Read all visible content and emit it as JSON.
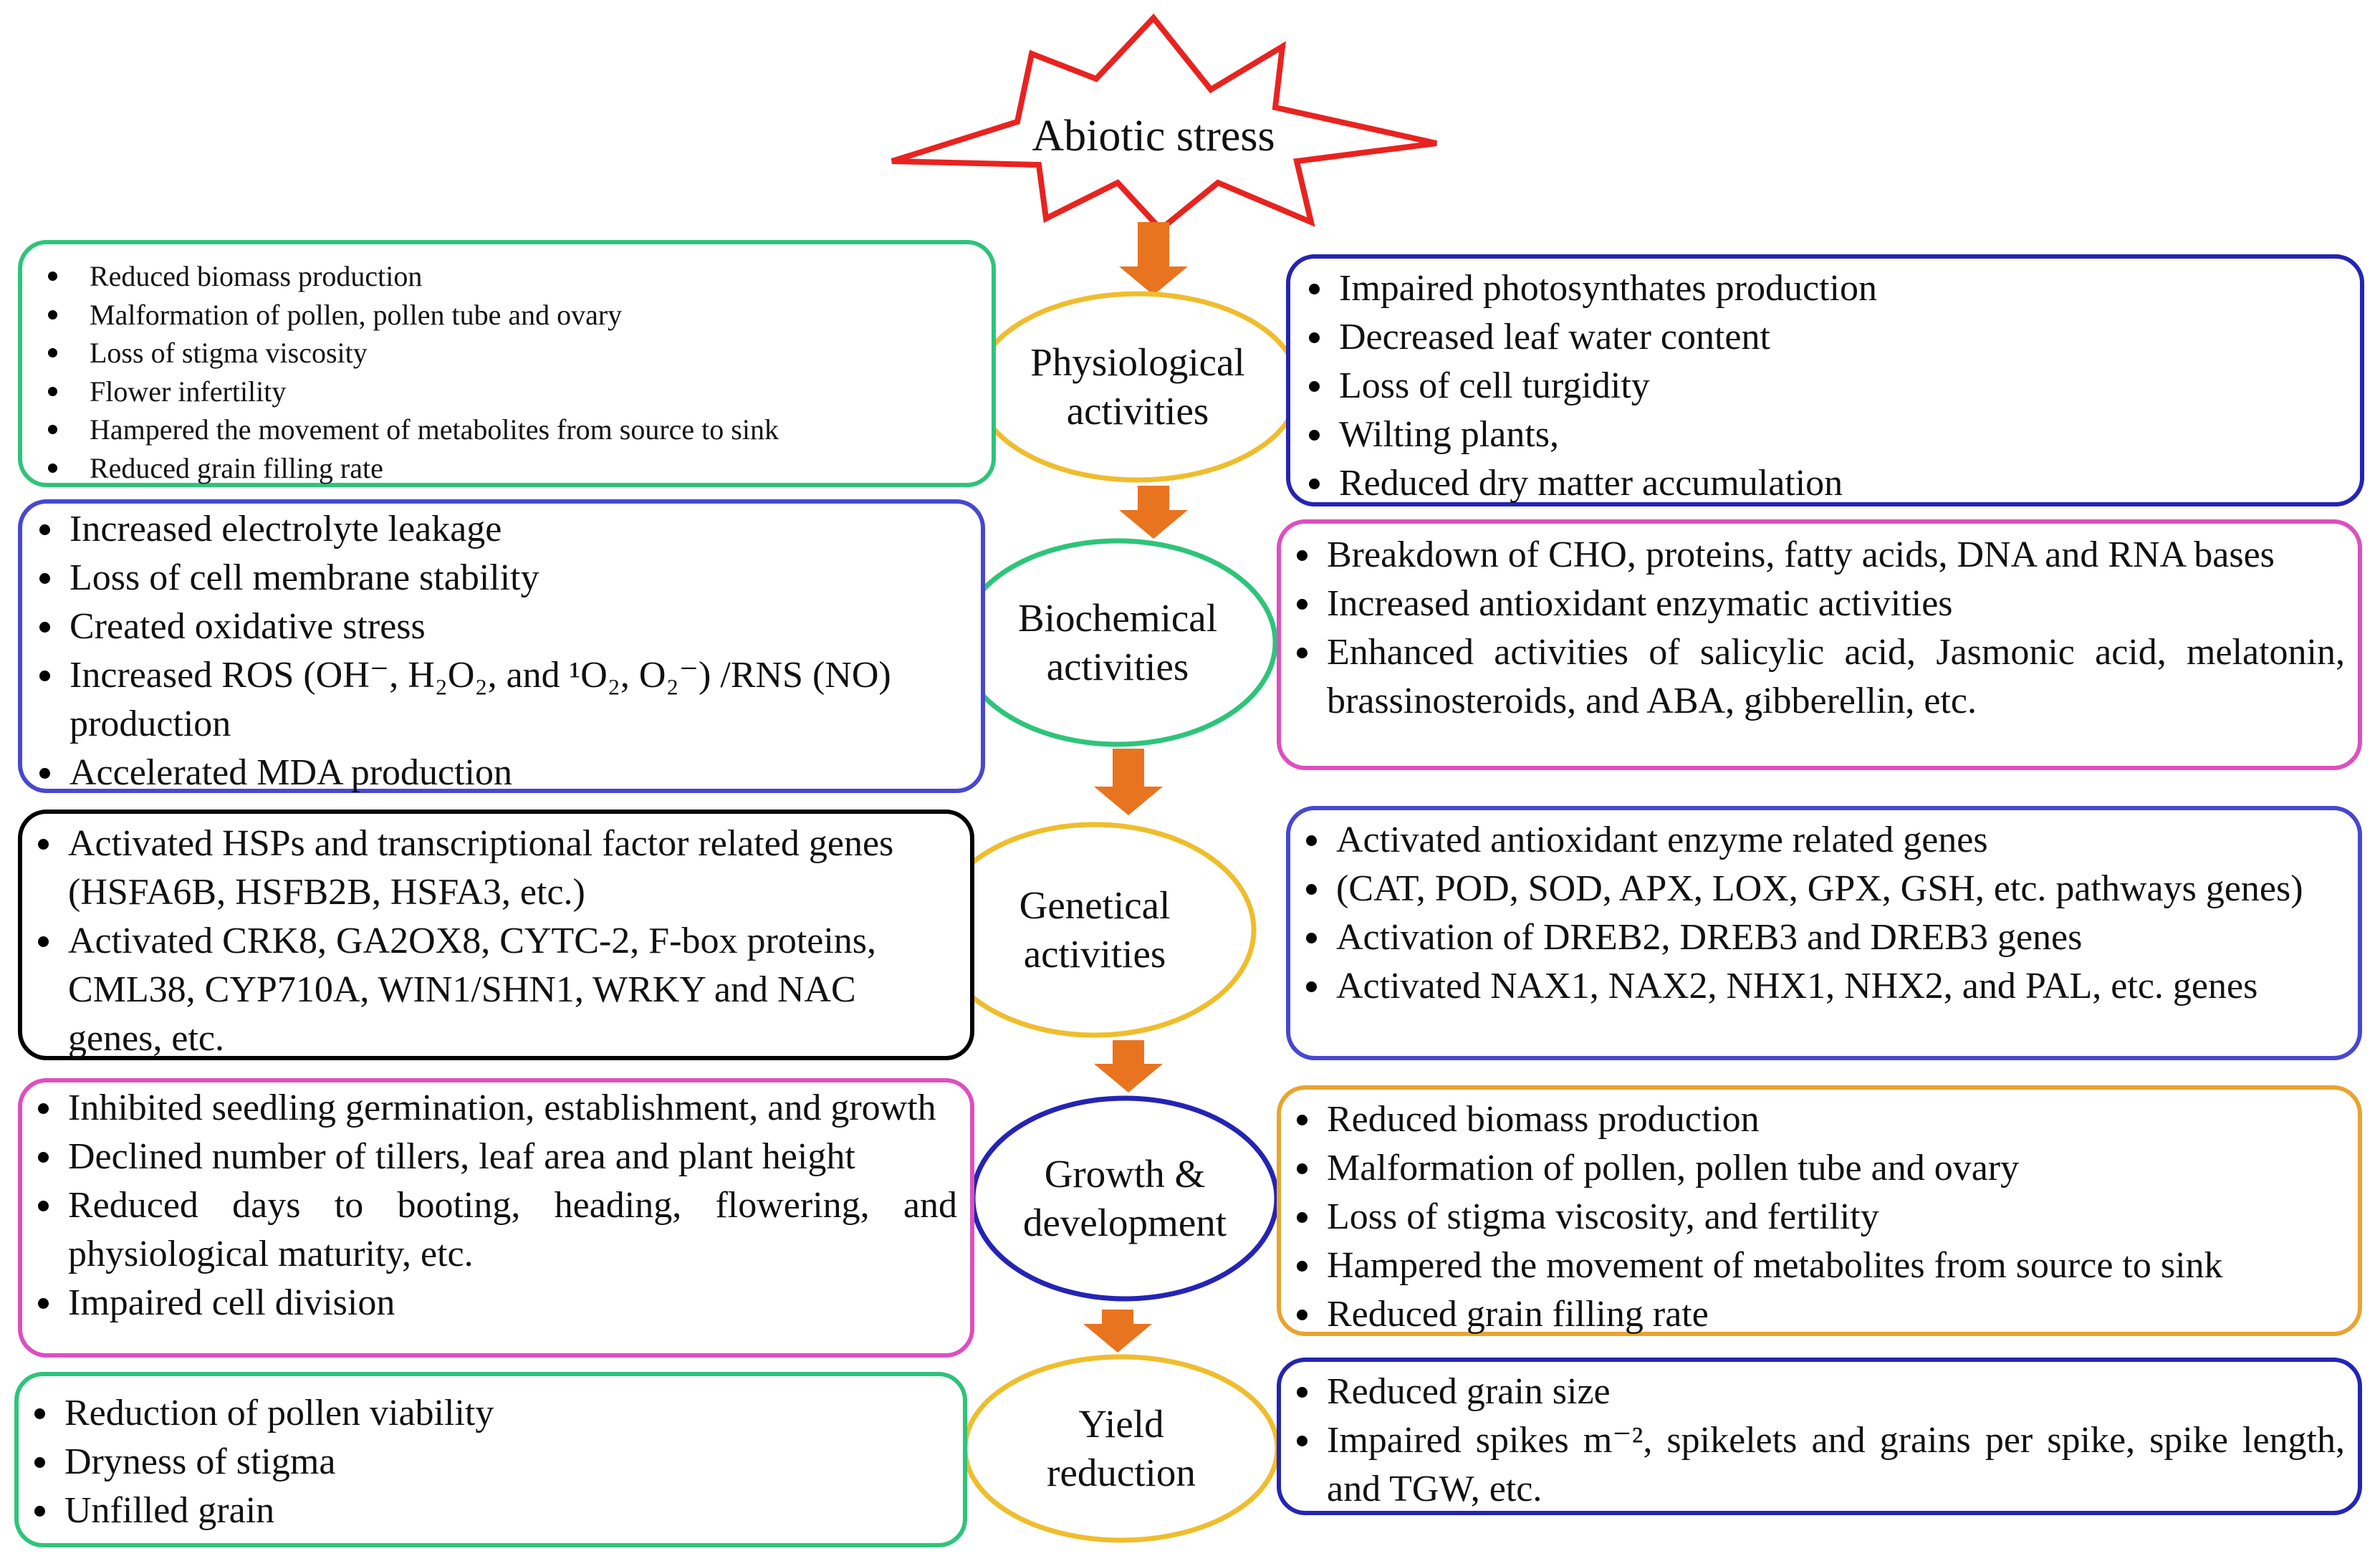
{
  "title": "Abiotic stress",
  "colors": {
    "star": "#e8231f",
    "arrow": "#e8741f",
    "green": "#2ec47a",
    "blue": "#2424b5",
    "purple": "#4747d1",
    "magenta": "#de4fbf",
    "black": "#000000",
    "orange": "#e9a431",
    "yellow": "#efbd2d"
  },
  "stages": [
    {
      "id": "physiological",
      "label": "Physiological\nactivities"
    },
    {
      "id": "biochemical",
      "label": "Biochemical\nactivities"
    },
    {
      "id": "genetical",
      "label": "Genetical\nactivities"
    },
    {
      "id": "growth",
      "label": "Growth        &\ndevelopment"
    },
    {
      "id": "yield",
      "label": "Yield\nreduction"
    }
  ],
  "physiological_left": [
    "Reduced biomass production",
    "Malformation of pollen, pollen tube and ovary",
    "Loss of stigma viscosity",
    "Flower infertility",
    "Hampered the movement of metabolites from source to sink",
    "Reduced grain filling rate"
  ],
  "physiological_right": [
    "Impaired photosynthates production",
    "Decreased leaf water content",
    "Loss of cell turgidity",
    "Wilting plants,",
    "Reduced dry matter accumulation"
  ],
  "biochemical_left": [
    " Increased electrolyte leakage",
    "Loss of cell membrane stability",
    "Created oxidative stress",
    "Increased ROS (OH⁻, H₂O₂, and ¹O₂, O₂⁻) /RNS (NO) production",
    "Accelerated MDA production"
  ],
  "biochemical_right": [
    "Breakdown of CHO, proteins, fatty acids, DNA and RNA bases",
    "Increased antioxidant enzymatic activities",
    "Enhanced activities of salicylic acid, Jasmonic acid, melatonin, brassinosteroids, and ABA, gibberellin, etc."
  ],
  "genetical_left": [
    "Activated HSPs and transcriptional factor related genes (HSFA6B, HSFB2B, HSFA3, etc.)",
    "Activated CRK8, GA2OX8, CYTC-2, F-box proteins, CML38, CYP710A, WIN1/SHN1, WRKY and NAC genes, etc."
  ],
  "genetical_right": [
    "Activated antioxidant enzyme related genes",
    "(CAT, POD, SOD, APX, LOX, GPX, GSH, etc.  pathways genes)",
    " Activation of DREB2, DREB3 and DREB3 genes",
    "Activated NAX1, NAX2, NHX1, NHX2, and PAL, etc. genes"
  ],
  "growth_left": [
    "Inhibited seedling germination, establishment, and growth",
    "Declined number of tillers, leaf area and plant height",
    "Reduced days to booting, heading, flowering, and physiological maturity, etc.",
    "Impaired cell division"
  ],
  "growth_right": [
    "Reduced biomass production",
    "Malformation of pollen, pollen tube and ovary",
    "Loss of stigma viscosity, and fertility",
    "Hampered the movement of metabolites from source to sink",
    "Reduced grain filling rate"
  ],
  "yield_left": [
    "Reduction of pollen viability",
    "Dryness of stigma",
    "Unfilled grain"
  ],
  "yield_right": [
    "Reduced grain size",
    "Impaired spikes m⁻², spikelets and grains per spike, spike length, and TGW, etc."
  ]
}
